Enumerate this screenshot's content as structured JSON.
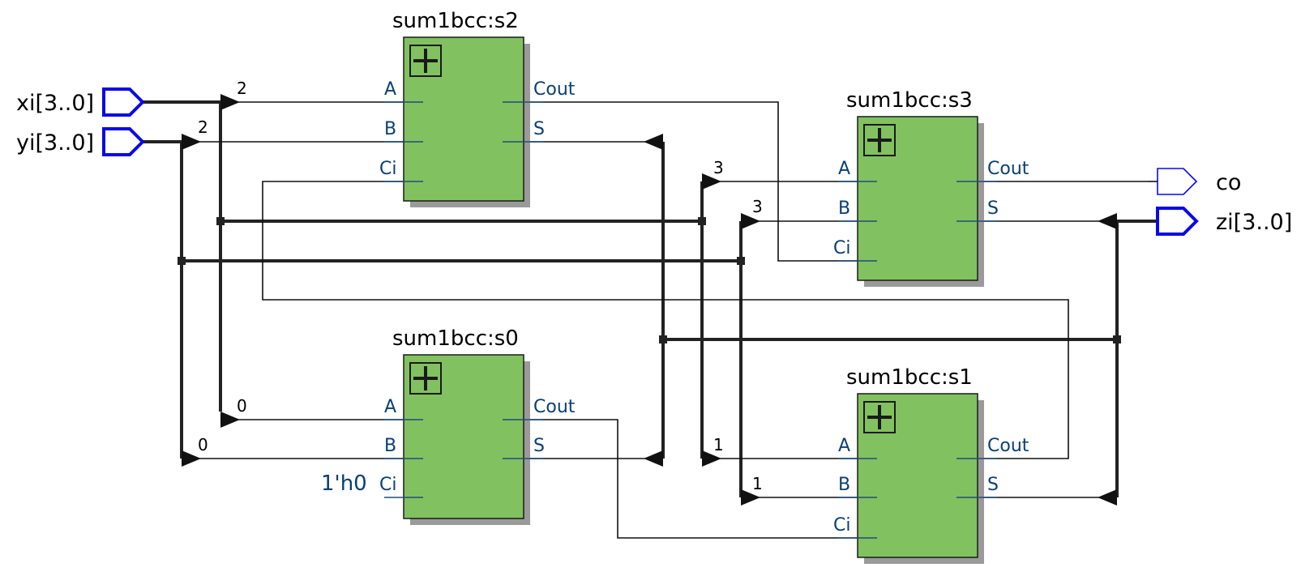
{
  "inputs": [
    {
      "label": "xi[3..0]"
    },
    {
      "label": "yi[3..0]"
    }
  ],
  "outputs": [
    {
      "label": "co"
    },
    {
      "label": "zi[3..0]"
    }
  ],
  "blocks": [
    {
      "title": "sum1bcc:s2",
      "icon": "plus-icon",
      "ports": {
        "a": "A",
        "b": "B",
        "ci": "Ci",
        "cout": "Cout",
        "s": "S"
      }
    },
    {
      "title": "sum1bcc:s3",
      "icon": "plus-icon",
      "ports": {
        "a": "A",
        "b": "B",
        "ci": "Ci",
        "cout": "Cout",
        "s": "S"
      }
    },
    {
      "title": "sum1bcc:s0",
      "icon": "plus-icon",
      "ports": {
        "a": "A",
        "b": "B",
        "ci": "Ci",
        "cout": "Cout",
        "s": "S"
      }
    },
    {
      "title": "sum1bcc:s1",
      "icon": "plus-icon",
      "ports": {
        "a": "A",
        "b": "B",
        "ci": "Ci",
        "cout": "Cout",
        "s": "S"
      }
    }
  ],
  "constant": "1'h0",
  "bit_labels": {
    "s2_a": "2",
    "s2_b": "2",
    "s3_a": "3",
    "s3_b": "3",
    "s0_a": "0",
    "s0_b": "0",
    "s1_a": "1",
    "s1_b": "1"
  },
  "colors": {
    "block_fill": "#82c160",
    "port_text": "#0a3f73",
    "io_border": "#0a0ae6",
    "wire": "#111111"
  }
}
